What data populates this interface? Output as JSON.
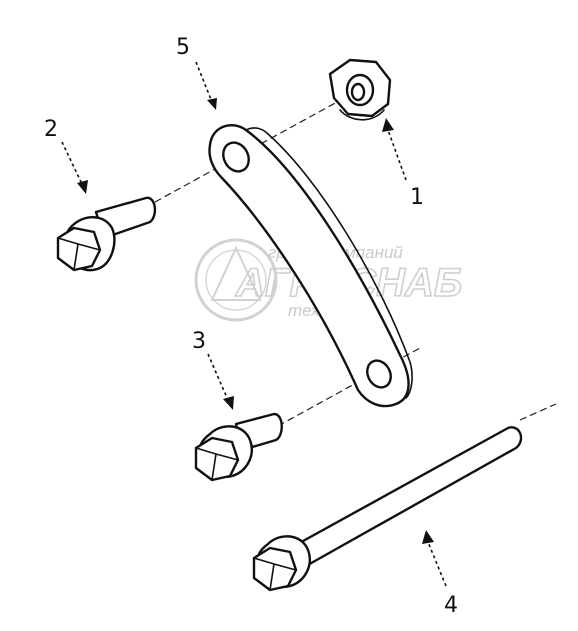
{
  "callouts": {
    "c1": "1",
    "c2": "2",
    "c3": "3",
    "c4": "4",
    "c5": "5"
  },
  "watermark": {
    "line1": "группа компаний",
    "line2": "АГРОСНАБ",
    "line3": "техсервис"
  },
  "colors": {
    "ink": "#111111",
    "watermark": "#cccccc"
  }
}
